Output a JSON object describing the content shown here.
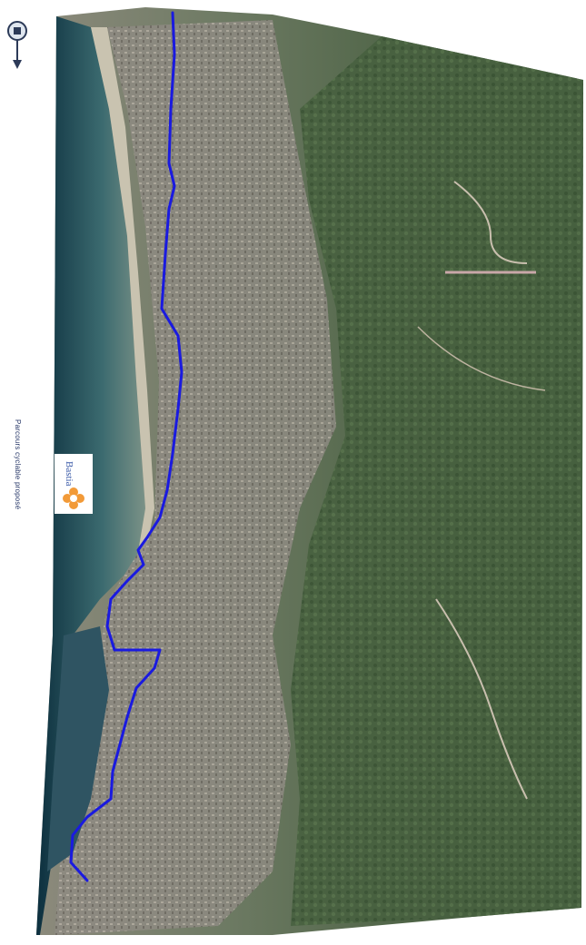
{
  "caption": "Parcours cyclable proposé",
  "logo": {
    "word": "Bastia",
    "accent_color": "#f29a38",
    "word_color": "#3a5aa8"
  },
  "compass": {
    "icon": "north-arrow-icon"
  },
  "map": {
    "kind": "aerial photo",
    "route_color": "#1a1ae0"
  }
}
